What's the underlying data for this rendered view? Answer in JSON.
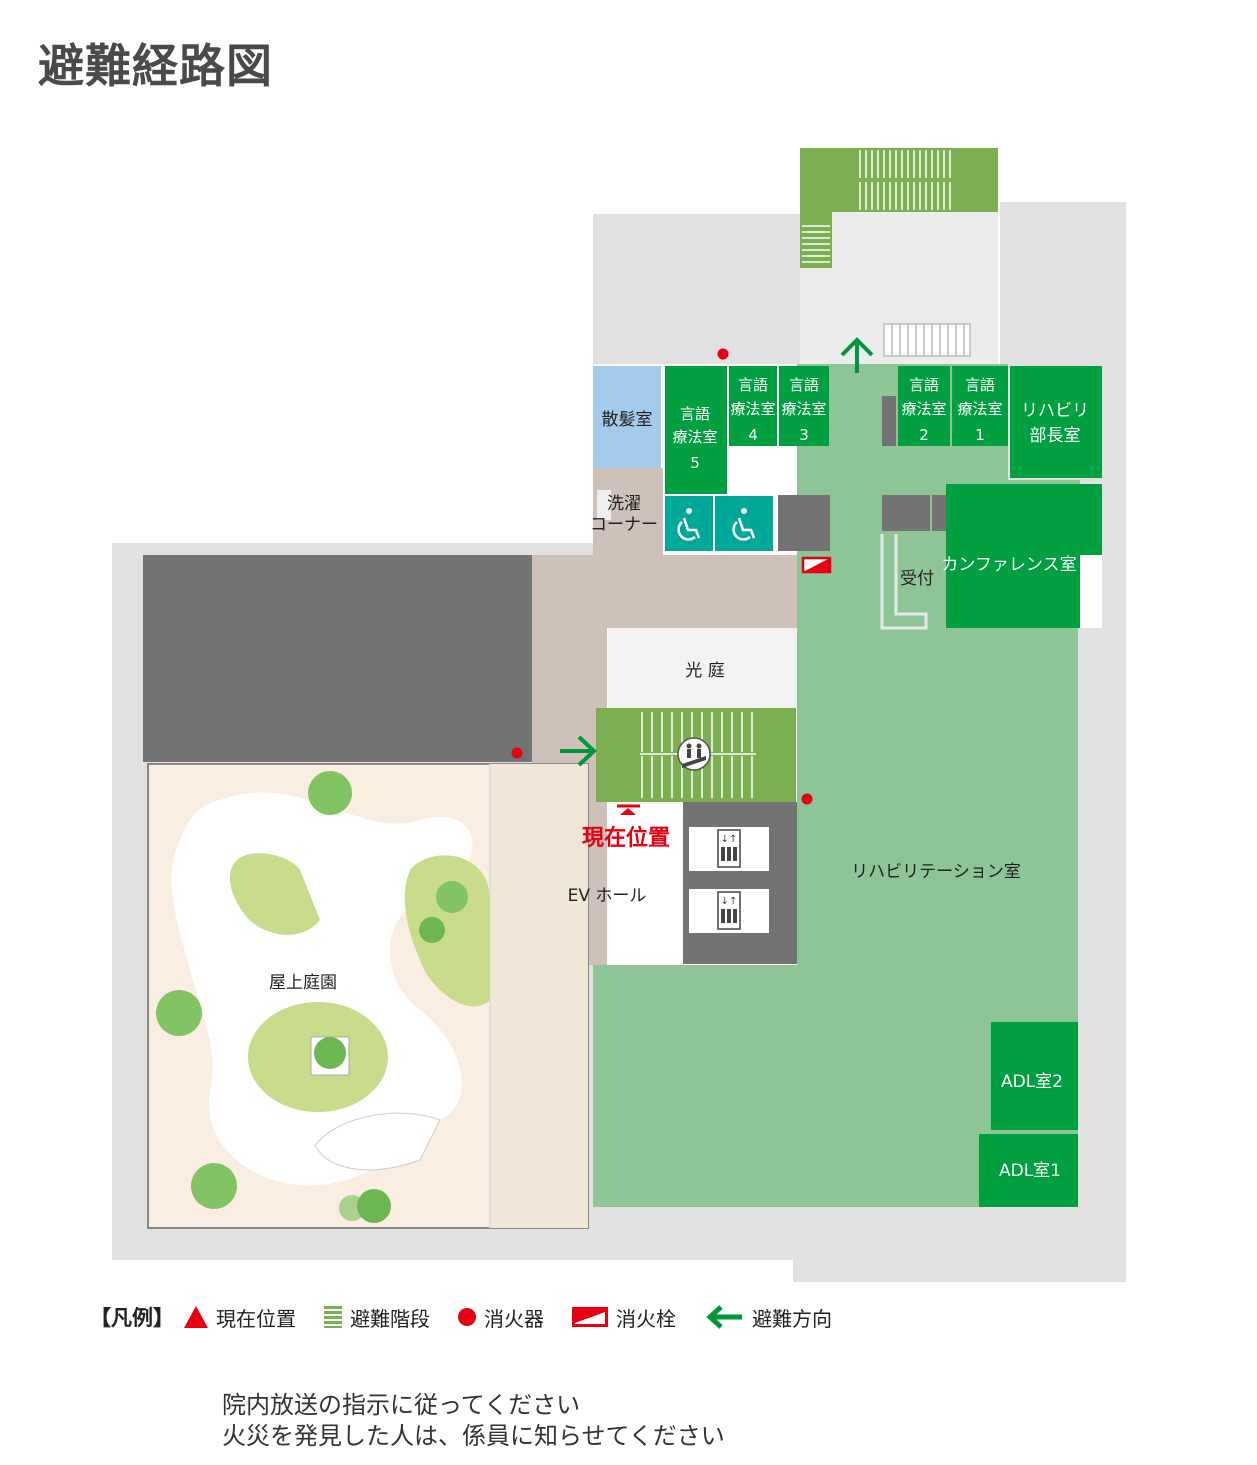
{
  "title": "避難経路図",
  "rooms": {
    "sanpatsu": "散髪室",
    "gengo5_a": "言語",
    "gengo5_b": "療法室",
    "gengo5_c": "5",
    "gengo4_a": "言語",
    "gengo4_b": "療法室",
    "gengo4_c": "4",
    "gengo3_a": "言語",
    "gengo3_b": "療法室",
    "gengo3_c": "3",
    "gengo2_a": "言語",
    "gengo2_b": "療法室",
    "gengo2_c": "2",
    "gengo1_a": "言語",
    "gengo1_b": "療法室",
    "gengo1_c": "1",
    "rehab_chief_a": "リハビリ",
    "rehab_chief_b": "部長室",
    "laundry_a": "洗濯",
    "laundry_b": "コーナー",
    "reception": "受付",
    "conference": "カンファレンス室",
    "lightcourt": "光 庭",
    "ev_hall": "EV ホール",
    "rehab_room": "リハビリテーション室",
    "roof_garden": "屋上庭園",
    "adl2": "ADL室2",
    "adl1": "ADL室1",
    "current_position": "現在位置"
  },
  "legend": {
    "title": "【凡例】",
    "items": [
      {
        "label": "現在位置",
        "icon": "red-triangle"
      },
      {
        "label": "避難階段",
        "icon": "green-stairs"
      },
      {
        "label": "消火器",
        "icon": "red-dot"
      },
      {
        "label": "消火栓",
        "icon": "red-box"
      },
      {
        "label": "避難方向",
        "icon": "green-arrow"
      }
    ]
  },
  "notes": [
    "院内放送の指示に従ってください",
    "火災を発見した人は、係員に知らせてください"
  ],
  "colors": {
    "room_green": "#00a040",
    "floor_green": "#8ec596",
    "stair_green": "#7cae52",
    "wc_teal": "#00a89a",
    "hall_beige": "#cdc1b9",
    "dark_gray": "#737373",
    "wall_gray": "#e1e1e1",
    "sanpatsu_blue": "#a4cbea",
    "garden_cream": "#faeee2",
    "lawn_green": "#c8dc8c",
    "tree_green": "#82c464",
    "alert_red": "#e60012"
  }
}
